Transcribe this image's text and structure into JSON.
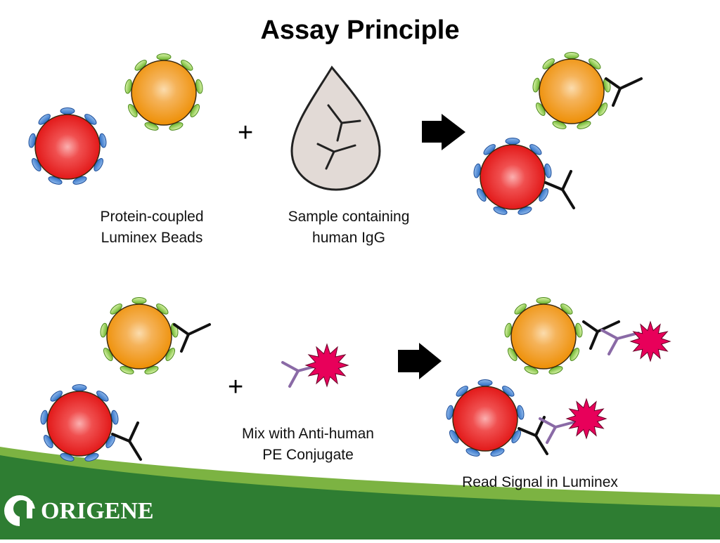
{
  "title": "Assay Principle",
  "captions": {
    "beads": [
      "Protein-coupled",
      "Luminex Beads"
    ],
    "sample": [
      "Sample containing",
      "human IgG"
    ],
    "conjugate": [
      "Mix with Anti-human",
      "PE Conjugate"
    ],
    "read": "Read Signal in Luminex"
  },
  "plus_symbol": "+",
  "logo": {
    "text": "ORIGENE"
  },
  "colors": {
    "orange_bead": "#f0920a",
    "red_bead": "#e81e1e",
    "green_band": "#2e7d32",
    "light_green_band": "#7cb342",
    "pe_star": "#e8005a",
    "anti_human": "#8a6aa6",
    "droplet_fill": "#e2dad6"
  }
}
